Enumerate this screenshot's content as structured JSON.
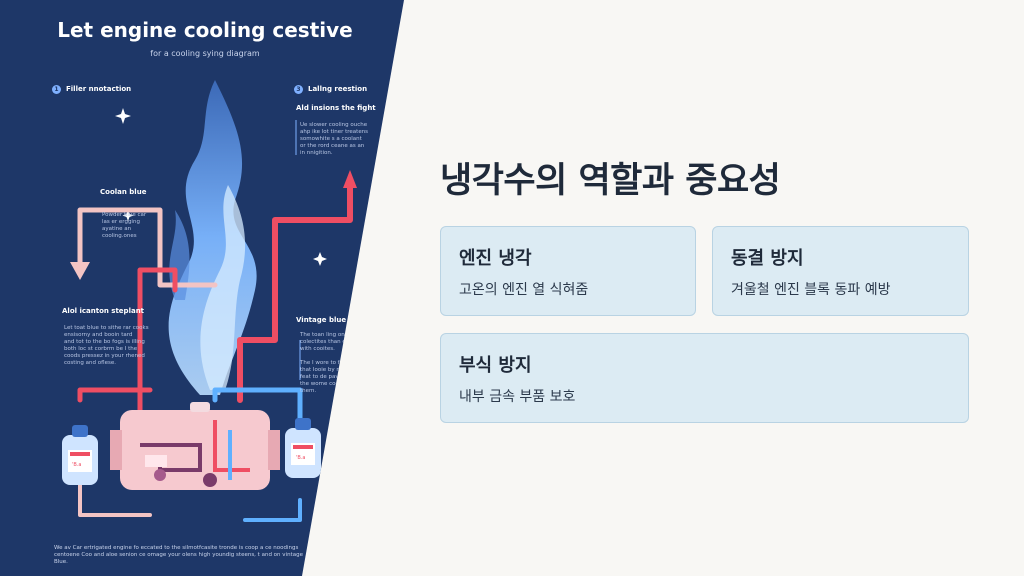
{
  "illustration": {
    "title": "Let engine cooling cestive",
    "subtitle": "for a cooling sying diagram",
    "labels": [
      {
        "num": "1",
        "text": "Filler nnotaction"
      },
      {
        "num": "3",
        "text": "Lallng reestion"
      }
    ],
    "heading_right": "Ald insions the fight",
    "note_right": "Ue slower cooling ouche\nahp ike lot tiner treatens\nsomowhite s a coolant\nor the rord ceane as an\nin nnigition.",
    "coolant_label": "Coolan blue",
    "coolant_note": "Powder blue car\nlas er ergging\nayatine an\ncooling.ones",
    "left_heading": "Alol icanton steplant",
    "left_note": "Let toat blue to sithe rar cooks\nensisorny and booin tard\nand tot to the bo fogs is illing\nboth loc st corbrm be I the\ncoods pressez in your rhened\ncosting and oflese.",
    "right_heading": "Vintage blue engine",
    "right_note": "The toan ling on and\ncolectites than on\nwith cooites.\n\nThe I wore to falel\nthat Iooie by mee\nfeat to de pav of\nthe wome coolf\nthem.",
    "caption": "We av Car ertrigated engine fo eccated to the silmotfcasite tronde is coop a ce noodings centoene Coo and aloe senion ce omage your olens high youndig steens, t and on vintage Blue.",
    "bottle_labels": [
      "'B.a",
      "'B.a"
    ],
    "colors": {
      "panel_bg": "#1e3768",
      "hot_pipe": "#ef4e63",
      "cool_pipe": "#5fb0ff",
      "return_pipe": "#f3c4c4",
      "engine_body": "#f6c9cf"
    }
  },
  "slide": {
    "title": "냉각수의 역할과 중요성",
    "cards": [
      {
        "title": "엔진 냉각",
        "desc": "고온의 엔진 열 식혀줌"
      },
      {
        "title": "동결 방지",
        "desc": "겨울철 엔진 블록 동파 예방"
      },
      {
        "title": "부식 방지",
        "desc": "내부 금속 부품 보호"
      }
    ]
  }
}
